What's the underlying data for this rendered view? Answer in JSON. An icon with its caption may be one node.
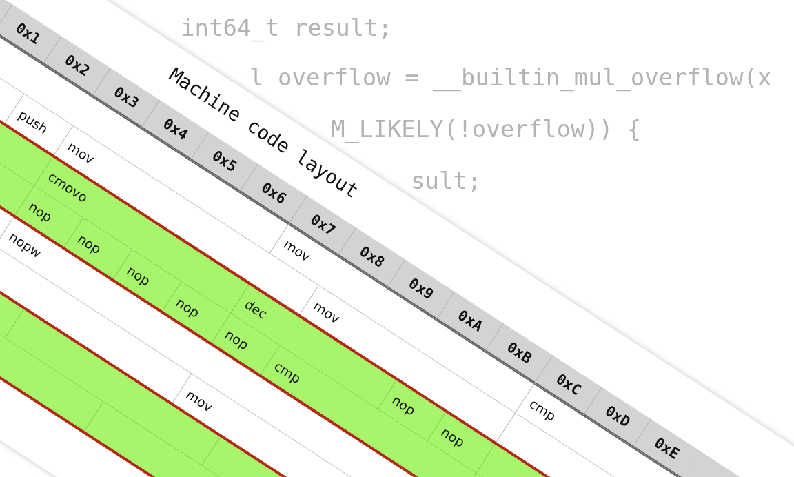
{
  "diagram": {
    "title": "Machine code layout",
    "labels": [
      "int64_t result;",
      "l overflow = __builtin_mul_overflow(x",
      "M_LIKELY(!overflow)) {",
      "sult;",
      "0x1",
      "0x2",
      "0x3",
      "0x4",
      "0x5",
      "0x6",
      "0x7",
      "0x8",
      "0x9",
      "0xA",
      "0xB",
      "0xC",
      "0xD",
      "0xE",
      "mov",
      "cmp",
      "push",
      "mov",
      "mov",
      "cmovo",
      "dec",
      "nop",
      "nop",
      "nop",
      "nop",
      "nop",
      "nop",
      "nop",
      "cmp",
      "nopw",
      "mov"
    ]
  }
}
